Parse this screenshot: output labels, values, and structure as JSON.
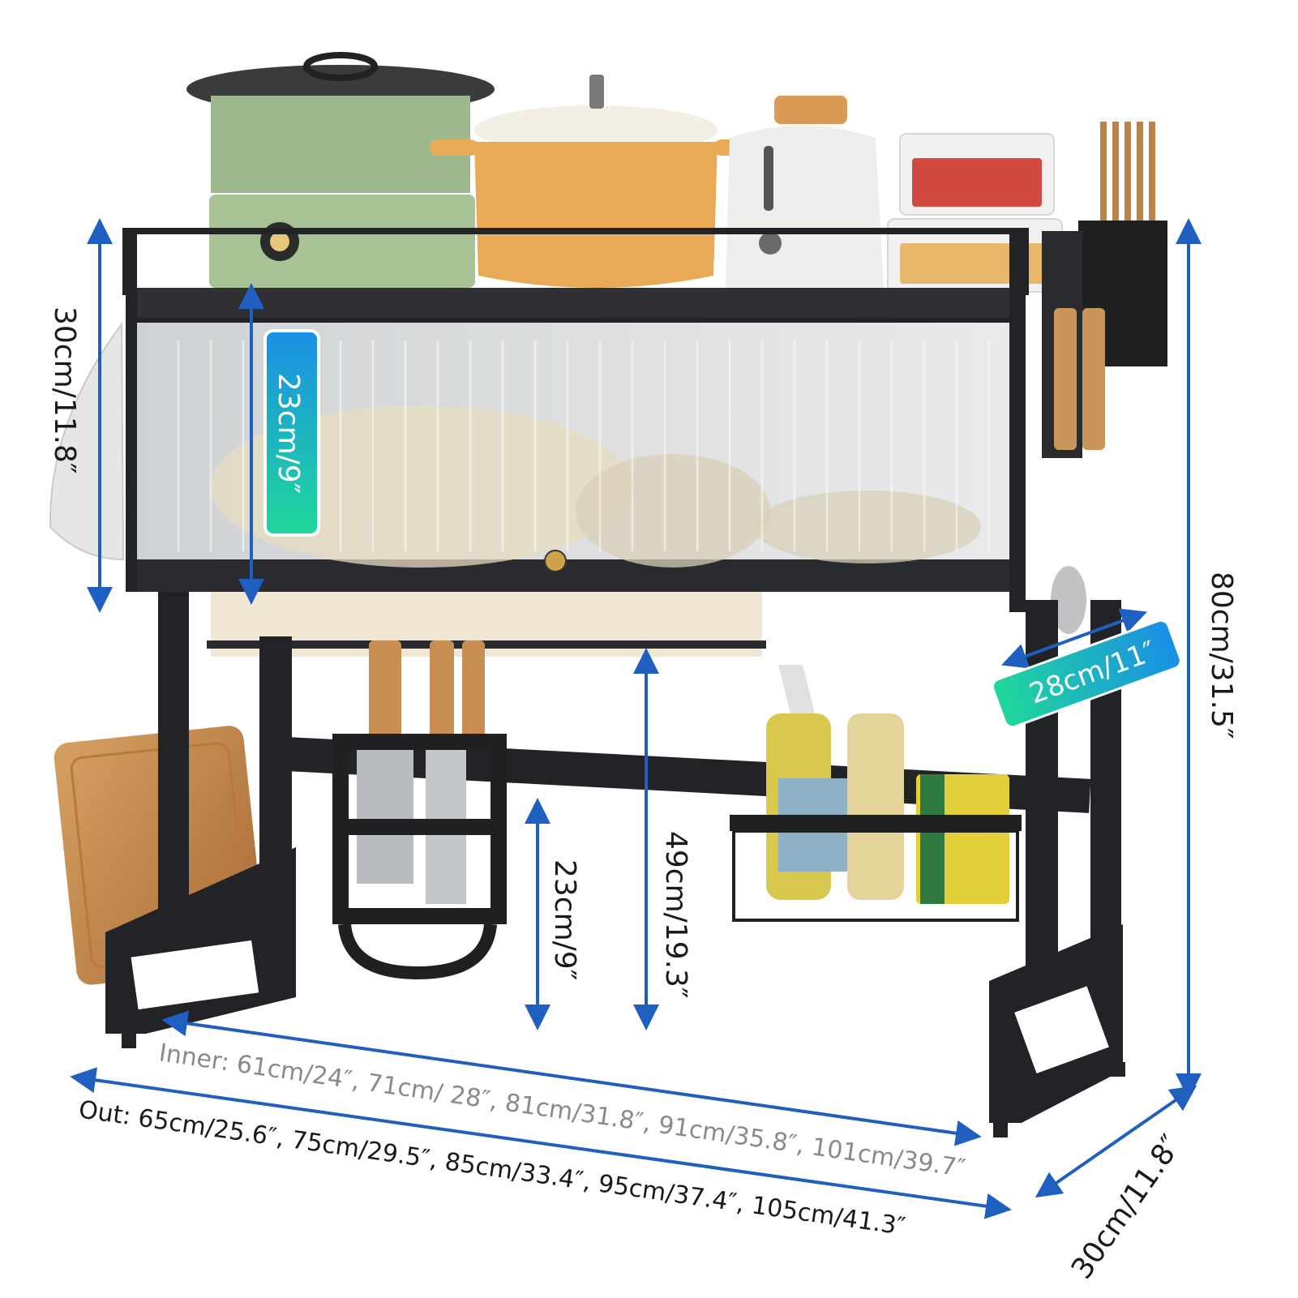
{
  "dimensions": {
    "cabinet_height": "30cm/11.8″",
    "inner_shelf_height": "23cm/9″",
    "total_height": "80cm/31.5″",
    "cabinet_depth": "28cm/11″",
    "clearance_height": "49cm/19.3″",
    "lower_clearance": "23cm/9″",
    "inner_width": "Inner: 61cm/24″, 71cm/ 28″, 81cm/31.8″, 91cm/35.8″, 101cm/39.7″",
    "outer_width": "Out: 65cm/25.6″, 75cm/29.5″, 85cm/33.4″, 95cm/37.4″, 105cm/41.3″",
    "base_depth": "30cm/11.8″"
  },
  "colors": {
    "arrow": "#1f5fc0",
    "frame": "#222326",
    "badge_top": "#1aa3e0",
    "badge_bottom": "#1fd1a0"
  }
}
